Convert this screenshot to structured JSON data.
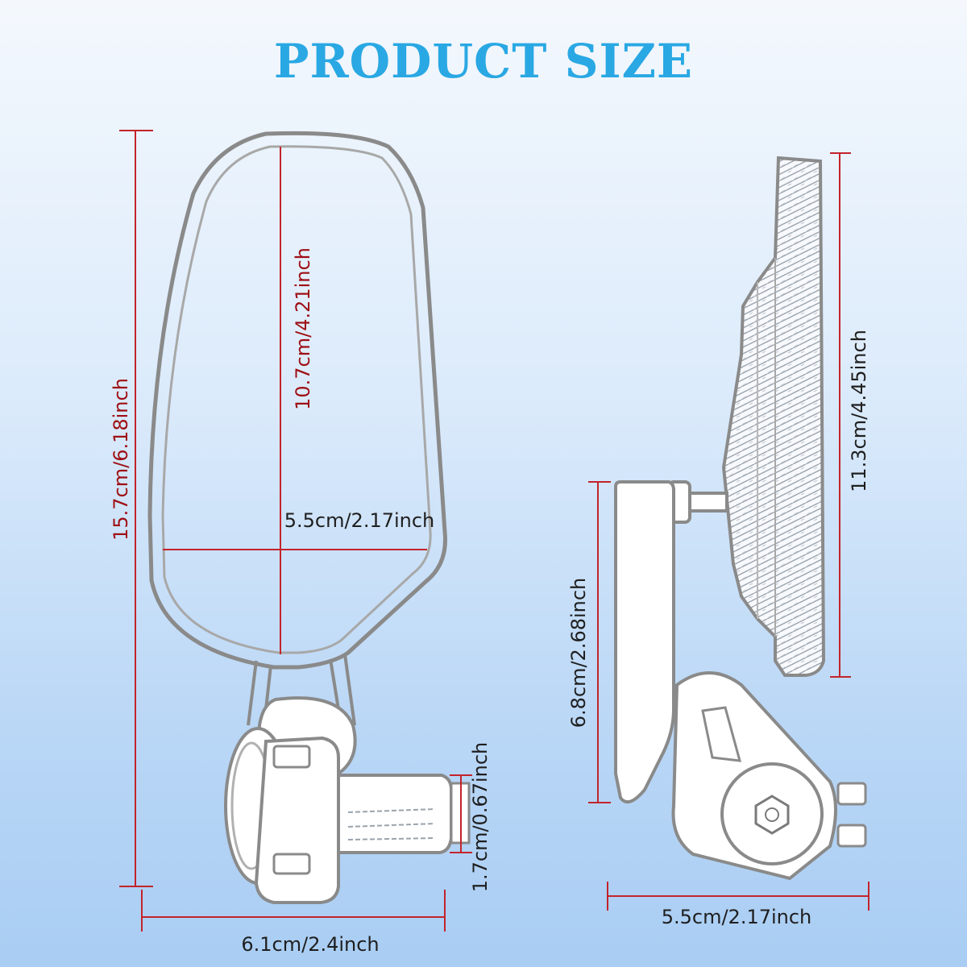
{
  "title": "PRODUCT SIZE",
  "colors": {
    "title": "#29a8e3",
    "dimension_line": "#c3242b",
    "dimension_text_red": "#9e0f14",
    "dimension_text": "#1f1f1f",
    "outline": "#8a8a8a"
  },
  "front_view": {
    "overall_height": "15.7cm/6.18inch",
    "mirror_height": "10.7cm/4.21inch",
    "mirror_width": "5.5cm/2.17inch",
    "overall_width": "6.1cm/2.4inch",
    "plug_diameter": "1.7cm/0.67inch"
  },
  "side_view": {
    "mirror_height": "11.3cm/4.45inch",
    "arm_height": "6.8cm/2.68inch",
    "overall_width": "5.5cm/2.17inch"
  }
}
